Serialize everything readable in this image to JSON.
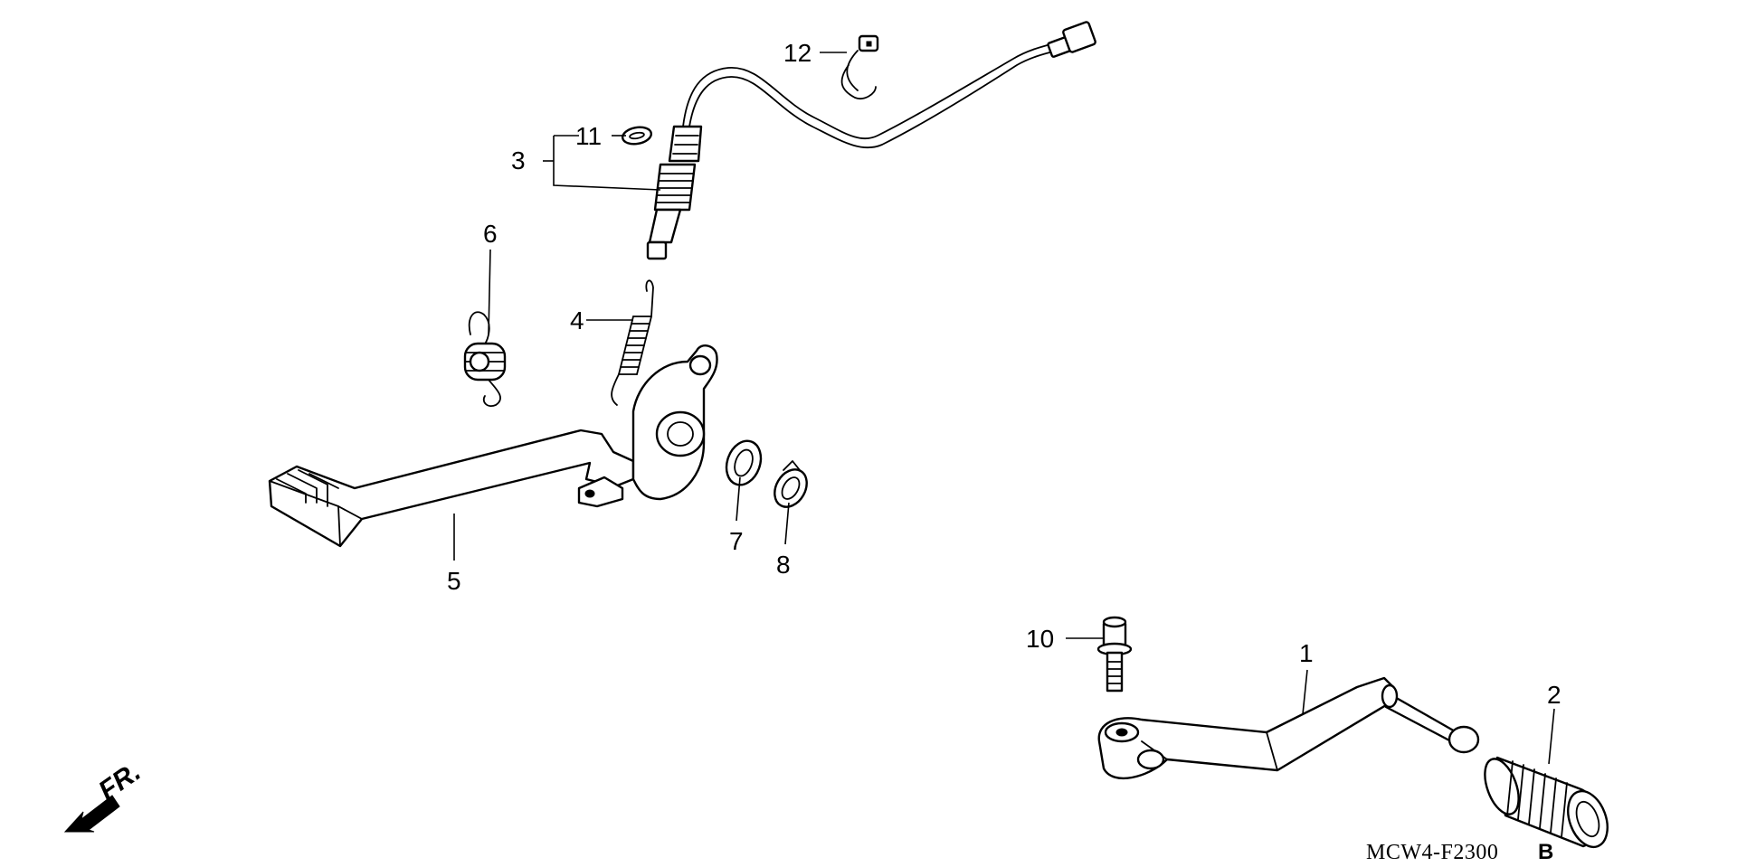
{
  "callouts": {
    "c1": "1",
    "c2": "2",
    "c3": "3",
    "c4": "4",
    "c5": "5",
    "c6": "6",
    "c7": "7",
    "c8": "8",
    "c10": "10",
    "c11": "11",
    "c12": "12"
  },
  "direction": {
    "label": "FR."
  },
  "diagram_code": {
    "prefix": "MCW4-F2300",
    "suffix": "B"
  },
  "colors": {
    "line": "#000000",
    "background": "#ffffff"
  }
}
